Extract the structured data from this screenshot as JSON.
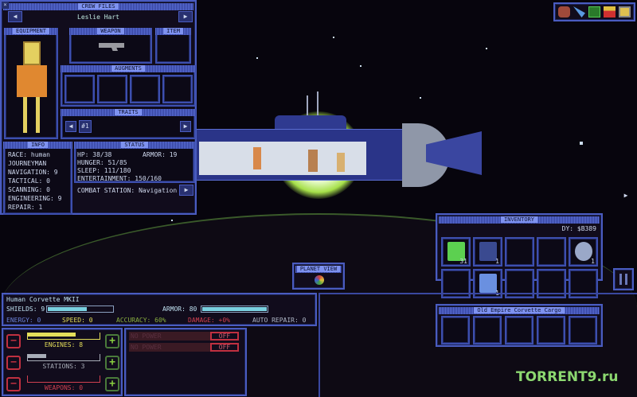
{
  "crew_files": {
    "title": "CREW FILES",
    "name": "Leslie Hart",
    "equipment_label": "EQUIPMENT",
    "weapon_label": "WEAPON",
    "item_label": "ITEM",
    "augments_label": "AUGMENTS",
    "traits_label": "TRAITS",
    "trait_badge": "#1",
    "info_label": "INFO",
    "info": [
      "RACE: human",
      "JOURNEYMAN",
      "NAVIGATION: 9",
      "TACTICAL: 0",
      "SCANNING: 0",
      "ENGINEERING: 9",
      "REPAIR: 1"
    ],
    "status_label": "STATUS",
    "hp": "HP: 38/38",
    "armor": "ARMOR: 19",
    "hunger": "HUNGER: 51/85",
    "sleep": "SLEEP: 111/180",
    "entertainment": "ENTERTAINMENT: 150/160",
    "combat_station": "COMBAT STATION: Navigation"
  },
  "top_icons": [
    "cargo-icon",
    "ship-icon",
    "map-icon",
    "crafting-icon",
    "log-icon"
  ],
  "planet_view": {
    "label": "PLANET VIEW"
  },
  "inventory": {
    "title": "INVENTORY",
    "currency": "DY: $B389",
    "items": [
      {
        "name": "energy-cell",
        "count": "31"
      },
      {
        "name": "pants",
        "count": "1"
      },
      {
        "name": "",
        "count": ""
      },
      {
        "name": "",
        "count": ""
      },
      {
        "name": "orb",
        "count": "1"
      },
      {
        "name": "",
        "count": ""
      },
      {
        "name": "shirt",
        "count": "1"
      },
      {
        "name": "",
        "count": ""
      },
      {
        "name": "",
        "count": ""
      },
      {
        "name": "",
        "count": ""
      }
    ],
    "cargo_title": "Old Empire Corvette Cargo"
  },
  "ship": {
    "name": "Human Corvette MKII",
    "shields": "SHIELDS: 9",
    "shields_fill": 0.6,
    "armor": "ARMOR: 80",
    "armor_fill": 1.0,
    "energy": "ENERGY: 0",
    "speed": "SPEED: 0",
    "accuracy": "ACCURACY: 60%",
    "damage": "DAMAGE: +0%",
    "auto_repair": "AUTO REPAIR: 0"
  },
  "power": [
    {
      "label": "ENGINES: 8",
      "fill": 0.67,
      "color": "#e4de5a"
    },
    {
      "label": "STATIONS: 3",
      "fill": 0.25,
      "color": "#a8adb8"
    },
    {
      "label": "WEAPONS: 0",
      "fill": 0,
      "color": "#d04050"
    }
  ],
  "systems": [
    {
      "label": "NO POWER",
      "toggle": "OFF"
    },
    {
      "label": "NO POWER",
      "toggle": "OFF"
    }
  ],
  "watermark": "TORRENT9.ru"
}
